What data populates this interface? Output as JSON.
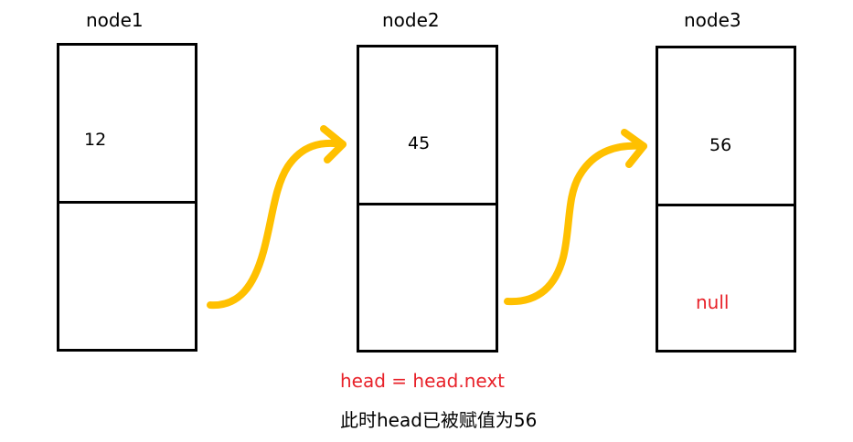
{
  "nodes": [
    {
      "title": "node1",
      "value": "12",
      "next": ""
    },
    {
      "title": "node2",
      "value": "45",
      "next": ""
    },
    {
      "title": "node3",
      "value": "56",
      "next": "null"
    }
  ],
  "caption": {
    "code": "head = head.next",
    "note": "此时head已被赋值为56"
  },
  "colors": {
    "arrow": "#ffc000",
    "box_border": "#000000",
    "highlight_text": "#e8222a"
  }
}
